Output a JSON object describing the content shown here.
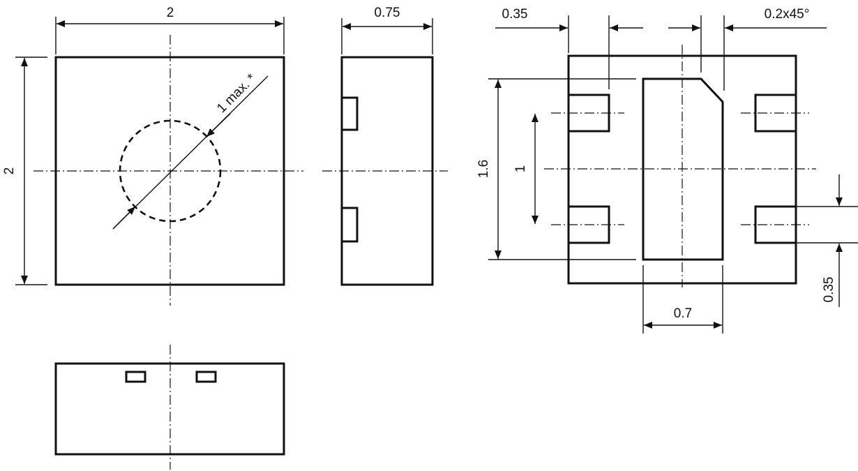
{
  "drawing": {
    "top_view": {
      "width_label": "2",
      "height_label": "2",
      "diameter_label": "1 max. *"
    },
    "side_view": {
      "thickness_label": "0.75"
    },
    "bottom_view": {
      "pad_width_label": "0.35",
      "chamfer_label": "0.2x45°",
      "exposed_pad_height_label": "1.6",
      "pad_pitch_label": "1",
      "pad_height_label": "0.35",
      "exposed_pad_width_label": "0.7"
    }
  }
}
